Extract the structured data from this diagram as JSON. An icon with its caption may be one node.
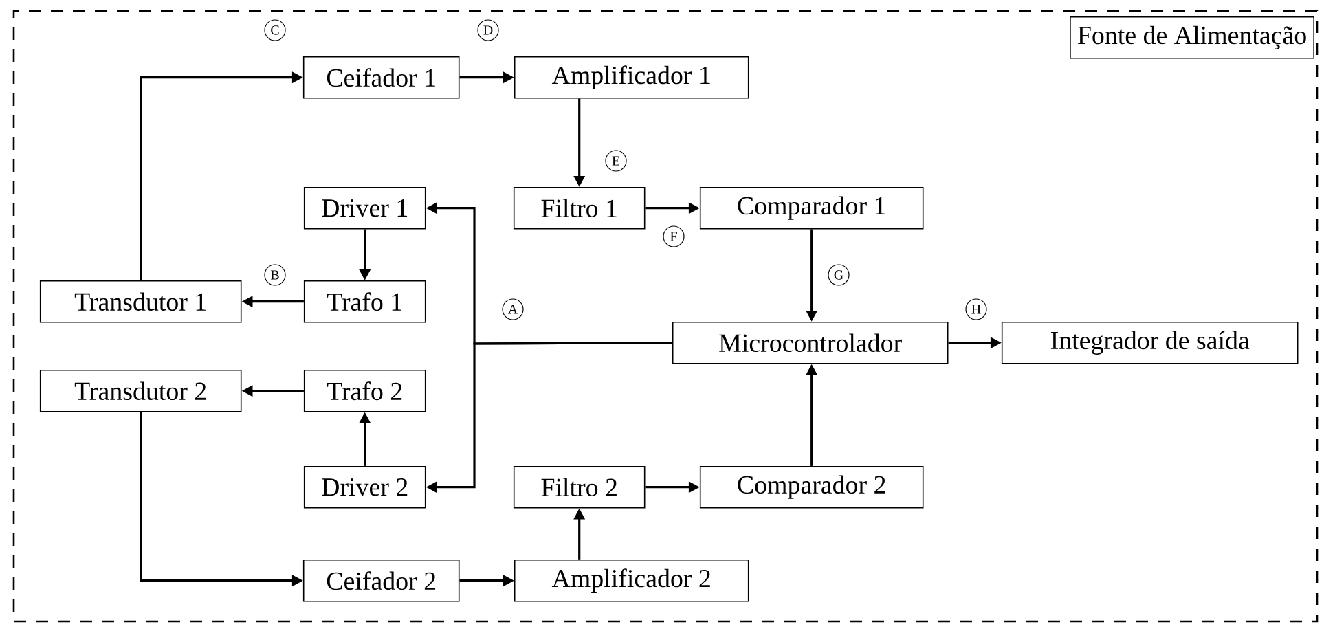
{
  "diagram": {
    "nodes": [
      {
        "text": [
          "Fonte de Alimentação"
        ]
      },
      {
        "text": [
          "Ceifador 1"
        ],
        "in": 0
      },
      {
        "text": [
          "Amplificador 1"
        ],
        "in": 0
      },
      {
        "text": [
          "Driver 1"
        ],
        "in": 0
      },
      {
        "text": [
          "Filtro 1"
        ],
        "in": 0
      },
      {
        "text": [
          "Comparador 1"
        ],
        "in": 0
      },
      {
        "text": [
          "Transdutor 1"
        ],
        "in": 0
      },
      {
        "text": [
          "Trafo 1"
        ],
        "in": 0
      },
      {
        "text": [
          "Microcontrolador"
        ],
        "in": 0
      },
      {
        "text": [
          "Integrador de saída"
        ],
        "in": 0
      },
      {
        "text": [
          "Transdutor 2"
        ],
        "in": 0
      },
      {
        "text": [
          "Trafo 2"
        ],
        "in": 0
      },
      {
        "text": [
          "Driver 2"
        ],
        "in": 0
      },
      {
        "text": [
          "Filtro 2"
        ],
        "in": 0
      },
      {
        "text": [
          "Comparador 2"
        ],
        "in": 0
      },
      {
        "text": [
          "Ceifador 2"
        ],
        "in": 0
      },
      {
        "text": [
          "Amplificador 2"
        ],
        "in": 0
      }
    ],
    "edges": [
      {
        "from": 6,
        "to": 1,
        "arrow": "to"
      },
      {
        "from": 1,
        "to": 2,
        "arrow": "to"
      },
      {
        "from": 2,
        "to": 4,
        "arrow": "to"
      },
      {
        "from": 4,
        "to": 5,
        "arrow": "to"
      },
      {
        "from": 5,
        "to": 8,
        "arrow": "to"
      },
      {
        "from": 8,
        "to": 3,
        "arrow": "to"
      },
      {
        "from": 8,
        "to": 12,
        "arrow": "to"
      },
      {
        "from": 3,
        "to": 7,
        "arrow": "to"
      },
      {
        "from": 7,
        "to": 6,
        "arrow": "to"
      },
      {
        "from": 12,
        "to": 11,
        "arrow": "to"
      },
      {
        "from": 11,
        "to": 10,
        "arrow": "to"
      },
      {
        "from": 10,
        "to": 15,
        "arrow": "to"
      },
      {
        "from": 15,
        "to": 16,
        "arrow": "to"
      },
      {
        "from": 16,
        "to": 13,
        "arrow": "to"
      },
      {
        "from": 13,
        "to": 14,
        "arrow": "to"
      },
      {
        "from": 14,
        "to": 8,
        "arrow": "to"
      },
      {
        "from": 8,
        "to": 9,
        "arrow": "to"
      }
    ],
    "labels": [
      "C",
      "D",
      "E",
      "F",
      "B",
      "G",
      "A",
      "H"
    ]
  }
}
